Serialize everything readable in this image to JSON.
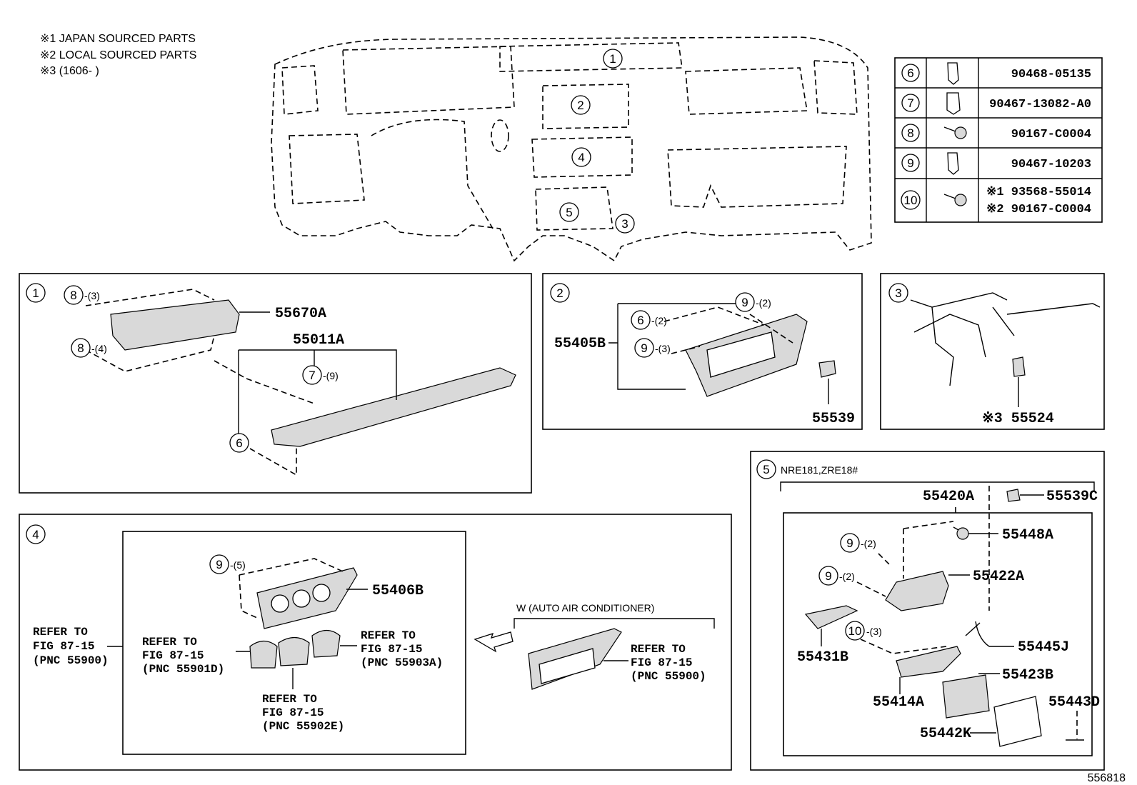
{
  "legend": {
    "l1": "※1 JAPAN SOURCED PARTS",
    "l2": "※2 LOCAL SOURCED PARTS",
    "l3": "※3 (1606-        )"
  },
  "callouts": {
    "c1": "1",
    "c2": "2",
    "c3": "3",
    "c4": "4",
    "c5": "5",
    "c6": "6",
    "c7": "7",
    "c8": "8",
    "c9": "9",
    "c10": "10"
  },
  "fastener_table": [
    {
      "ref": "6",
      "part": "90468-05135"
    },
    {
      "ref": "7",
      "part": "90467-13082-A0"
    },
    {
      "ref": "8",
      "part": "90167-C0004"
    },
    {
      "ref": "9",
      "part": "90467-10203"
    },
    {
      "ref": "10",
      "part1": "※1 93568-55014",
      "part2": "※2 90167-C0004"
    }
  ],
  "panel1": {
    "p55670A": "55670A",
    "p55011A": "55011A",
    "q8a": "8",
    "q8a_qty": "-(3)",
    "q8b": "8",
    "q8b_qty": "-(4)",
    "q7": "7",
    "q7_qty": "-(9)",
    "q6": "6"
  },
  "panel2": {
    "p55405B": "55405B",
    "p55539": "55539",
    "q9a": "9",
    "q9a_qty": "-(2)",
    "q6": "6",
    "q6_qty": "-(2)",
    "q9b": "9",
    "q9b_qty": "-(3)"
  },
  "panel3": {
    "p55524": "※3 55524"
  },
  "panel4": {
    "p55406B": "55406B",
    "q9": "9",
    "q9_qty": "-(5)",
    "refer_left": [
      "REFER TO",
      "FIG 87-15",
      "(PNC 55900)"
    ],
    "refer_901": [
      "REFER TO",
      "FIG 87-15",
      "(PNC 55901D)"
    ],
    "refer_903": [
      "REFER TO",
      "FIG 87-15",
      "(PNC 55903A)"
    ],
    "refer_902": [
      "REFER TO",
      "FIG 87-15",
      "(PNC 55902E)"
    ],
    "auto_ac": "W (AUTO AIR CONDITIONER)",
    "refer_ac": [
      "REFER TO",
      "FIG 87-15",
      "(PNC 55900)"
    ]
  },
  "panel5": {
    "model": "NRE181,ZRE18#",
    "p55420A": "55420A",
    "p55539C": "55539C",
    "p55448A": "55448A",
    "p55422A": "55422A",
    "p55431B": "55431B",
    "p55445J": "55445J",
    "p55423B": "55423B",
    "p55414A": "55414A",
    "p55443D": "55443D",
    "p55442K": "55442K",
    "q9a": "9",
    "q9a_qty": "-(2)",
    "q9b": "9",
    "q9b_qty": "-(2)",
    "q10": "10",
    "q10_qty": "-(3)"
  },
  "figure_id": "556818"
}
